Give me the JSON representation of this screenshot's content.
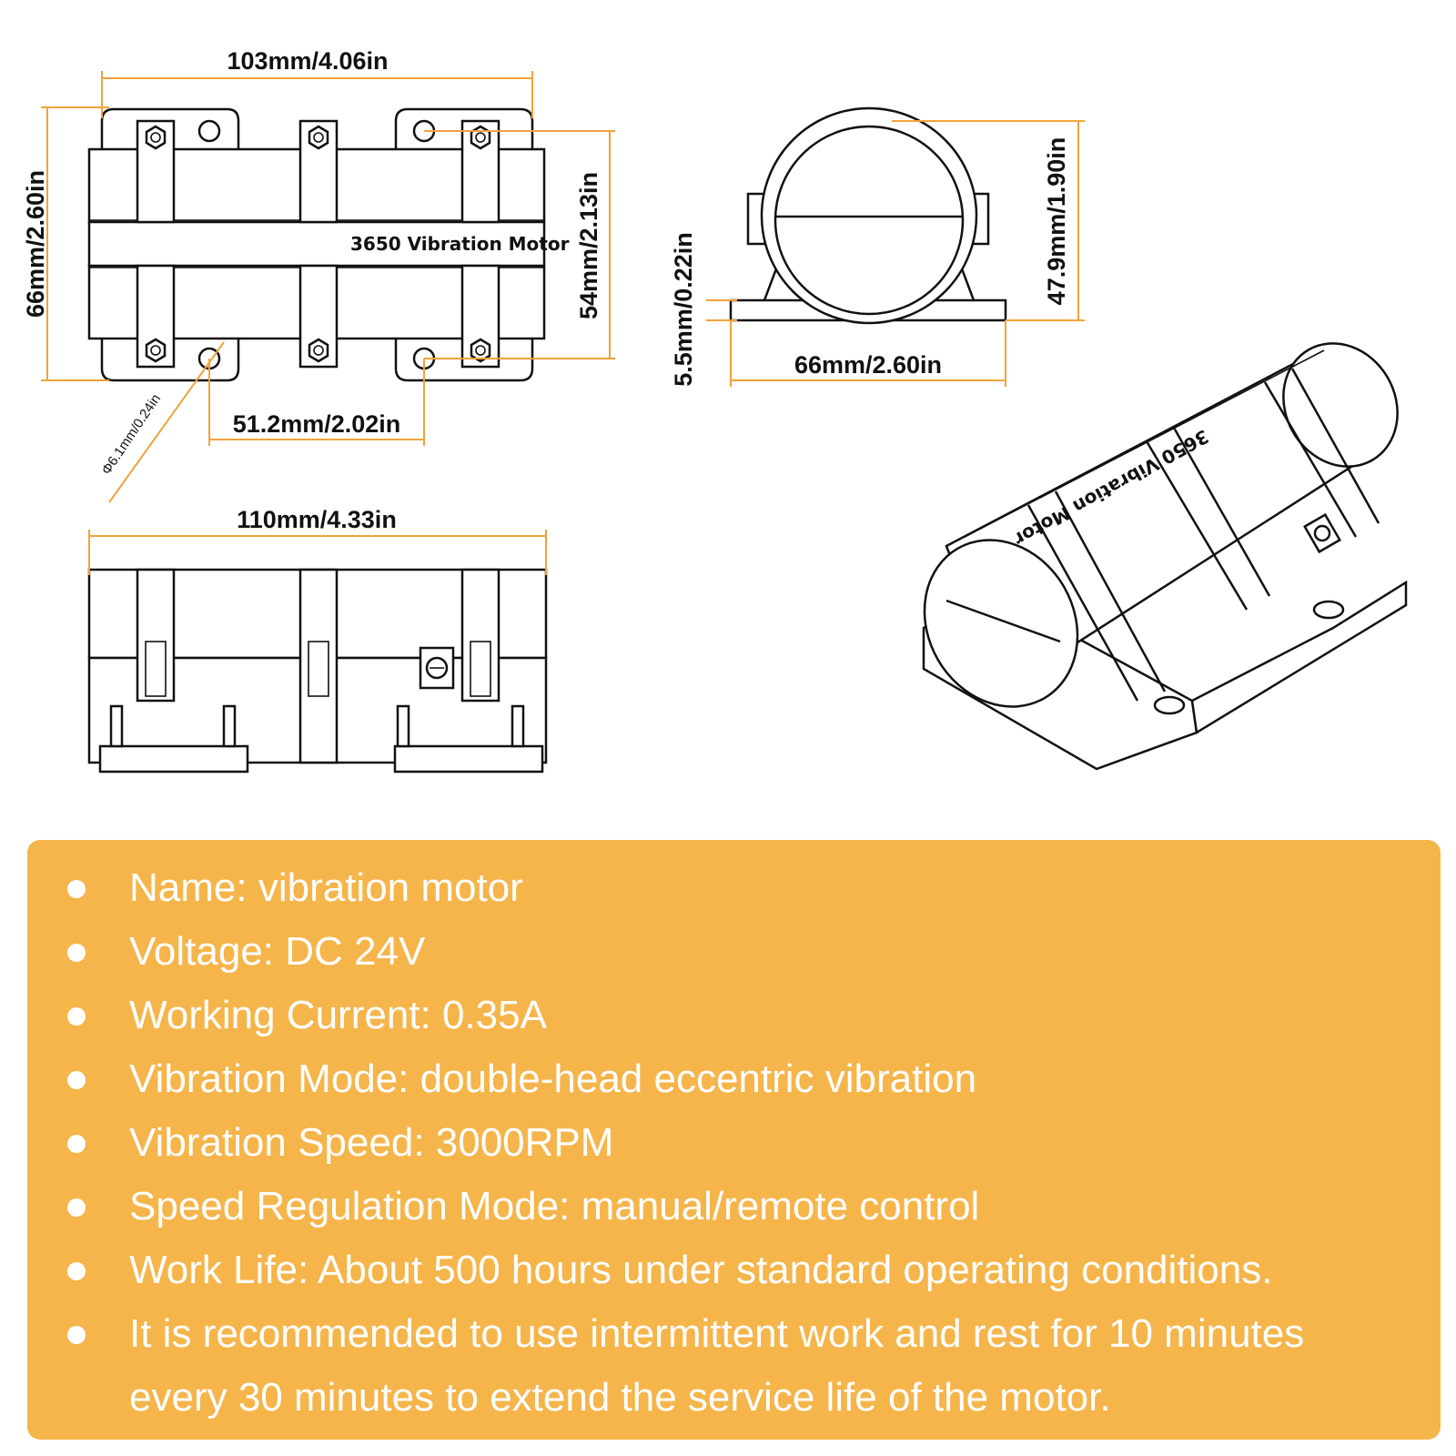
{
  "dimensions": {
    "top_width": "103mm/4.06in",
    "top_height": "66mm/2.60in",
    "inner_height": "54mm/2.13in",
    "hole_spacing": "51.2mm/2.02in",
    "hole_diameter": "Φ6.1mm/0.24in",
    "side_height": "47.9mm/1.90in",
    "base_thickness": "5.5mm/0.22in",
    "base_width": "66mm/2.60in",
    "bottom_length": "110mm/4.33in"
  },
  "motor_label": "3650 Vibration Motor",
  "specs": [
    "Name: vibration motor",
    "Voltage: DC 24V",
    "Working Current: 0.35A",
    "Vibration Mode: double-head eccentric vibration",
    "Vibration Speed: 3000RPM",
    "Speed Regulation Mode: manual/remote control",
    "Work Life: About 500 hours under standard operating conditions.",
    "It is recommended to use intermittent work and rest for 10 minutes every 30 minutes to extend the service life of the motor."
  ],
  "colors": {
    "panel": "#f5b54b",
    "dimension_line": "#f2a23a",
    "text_on_panel": "#ffffff"
  }
}
